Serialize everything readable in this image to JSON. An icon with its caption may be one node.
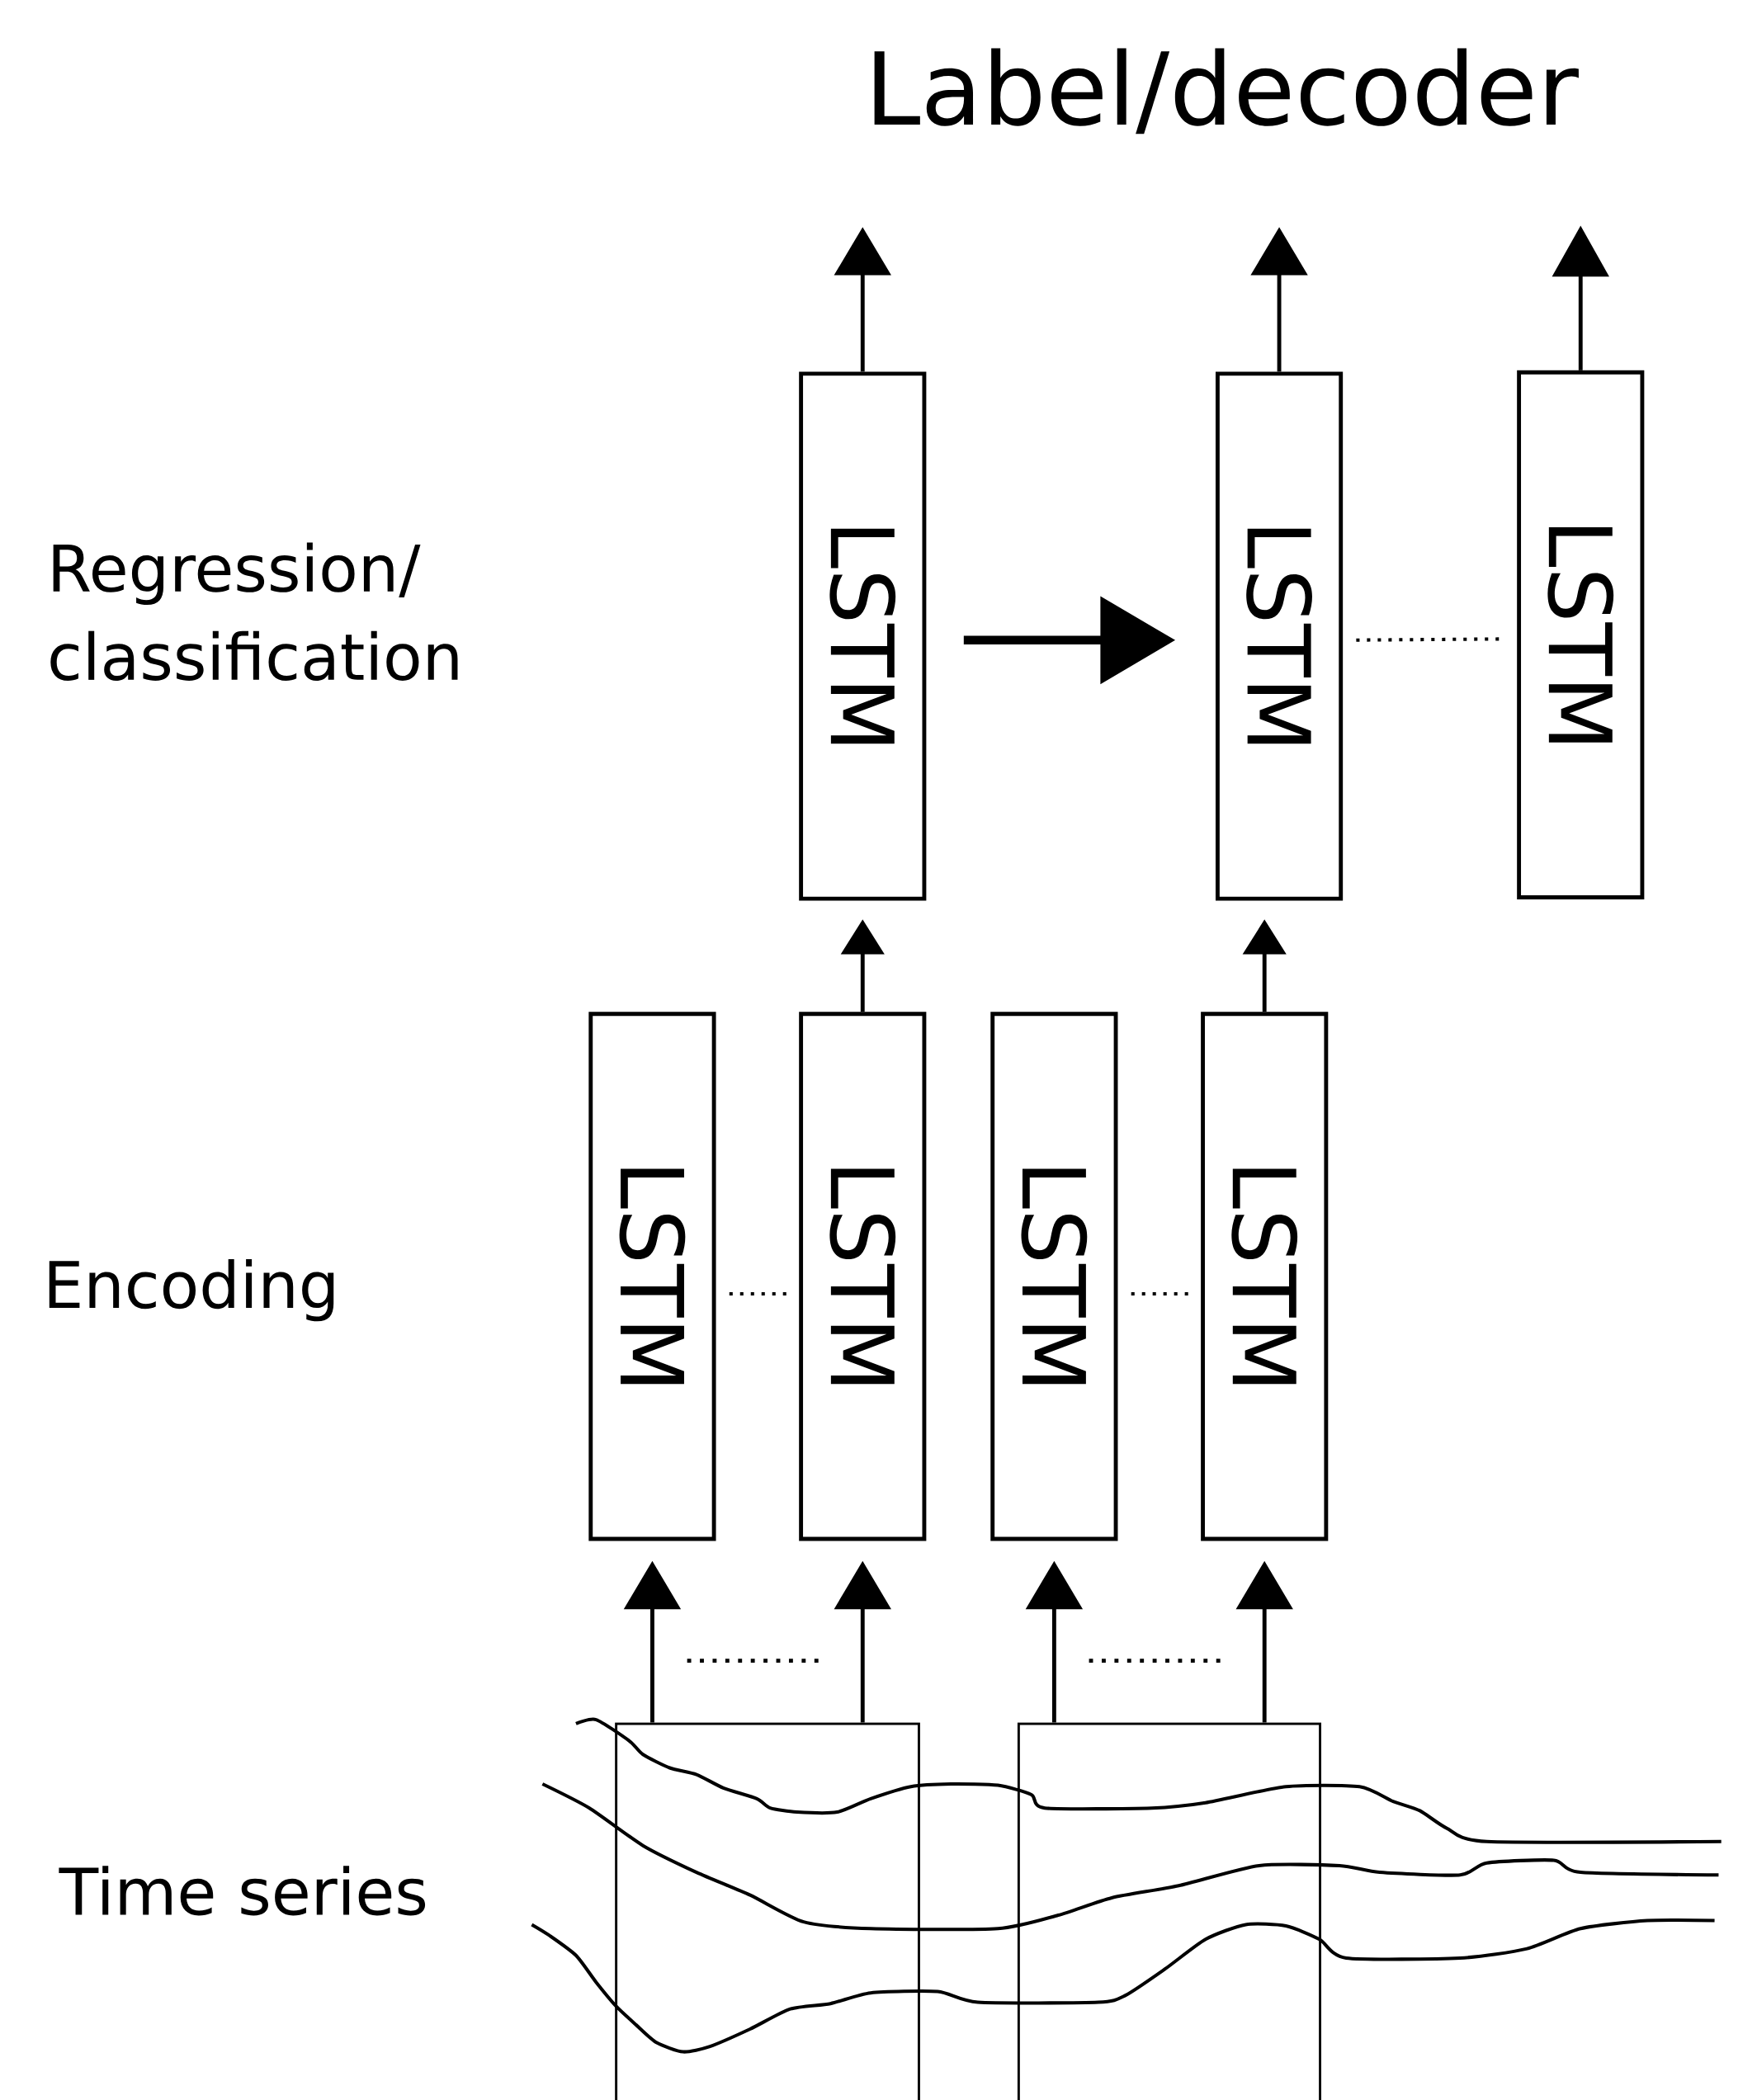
{
  "diagram": {
    "title": "Label/decoder",
    "nodes": [
      {
        "text": [
          "LSTM"
        ]
      },
      {
        "text": [
          "LSTM"
        ]
      },
      {
        "text": [
          "LSTM"
        ]
      },
      {
        "text": [
          "LSTM"
        ]
      },
      {
        "text": [
          "LSTM"
        ]
      },
      {
        "text": [
          "LSTM"
        ]
      },
      {
        "text": [
          "LSTM"
        ]
      },
      {
        "text": [],
        "shape": "box"
      },
      {
        "text": [],
        "shape": "box"
      }
    ],
    "edges": [
      {
        "from": 0,
        "to": null,
        "arrow": "to"
      },
      {
        "from": 1,
        "to": null,
        "arrow": "to"
      },
      {
        "from": 2,
        "to": null,
        "arrow": "to"
      },
      {
        "from": 0,
        "to": 1,
        "arrow": "to",
        "style": "thick"
      },
      {
        "from": 1,
        "to": 2,
        "arrow": "none",
        "style": "dashed"
      },
      {
        "from": 4,
        "to": 0,
        "arrow": "to"
      },
      {
        "from": 6,
        "to": 1,
        "arrow": "to"
      },
      {
        "from": 3,
        "to": 4,
        "arrow": "none",
        "style": "dashed"
      },
      {
        "from": 5,
        "to": 6,
        "arrow": "none",
        "style": "dashed"
      },
      {
        "from": 7,
        "to": 3,
        "arrow": "to"
      },
      {
        "from": 7,
        "to": 4,
        "arrow": "to"
      },
      {
        "from": 8,
        "to": 5,
        "arrow": "to"
      },
      {
        "from": 8,
        "to": 6,
        "arrow": "to"
      }
    ],
    "labels": [
      "Regression/ classification",
      "Encoding",
      "Time series"
    ]
  }
}
